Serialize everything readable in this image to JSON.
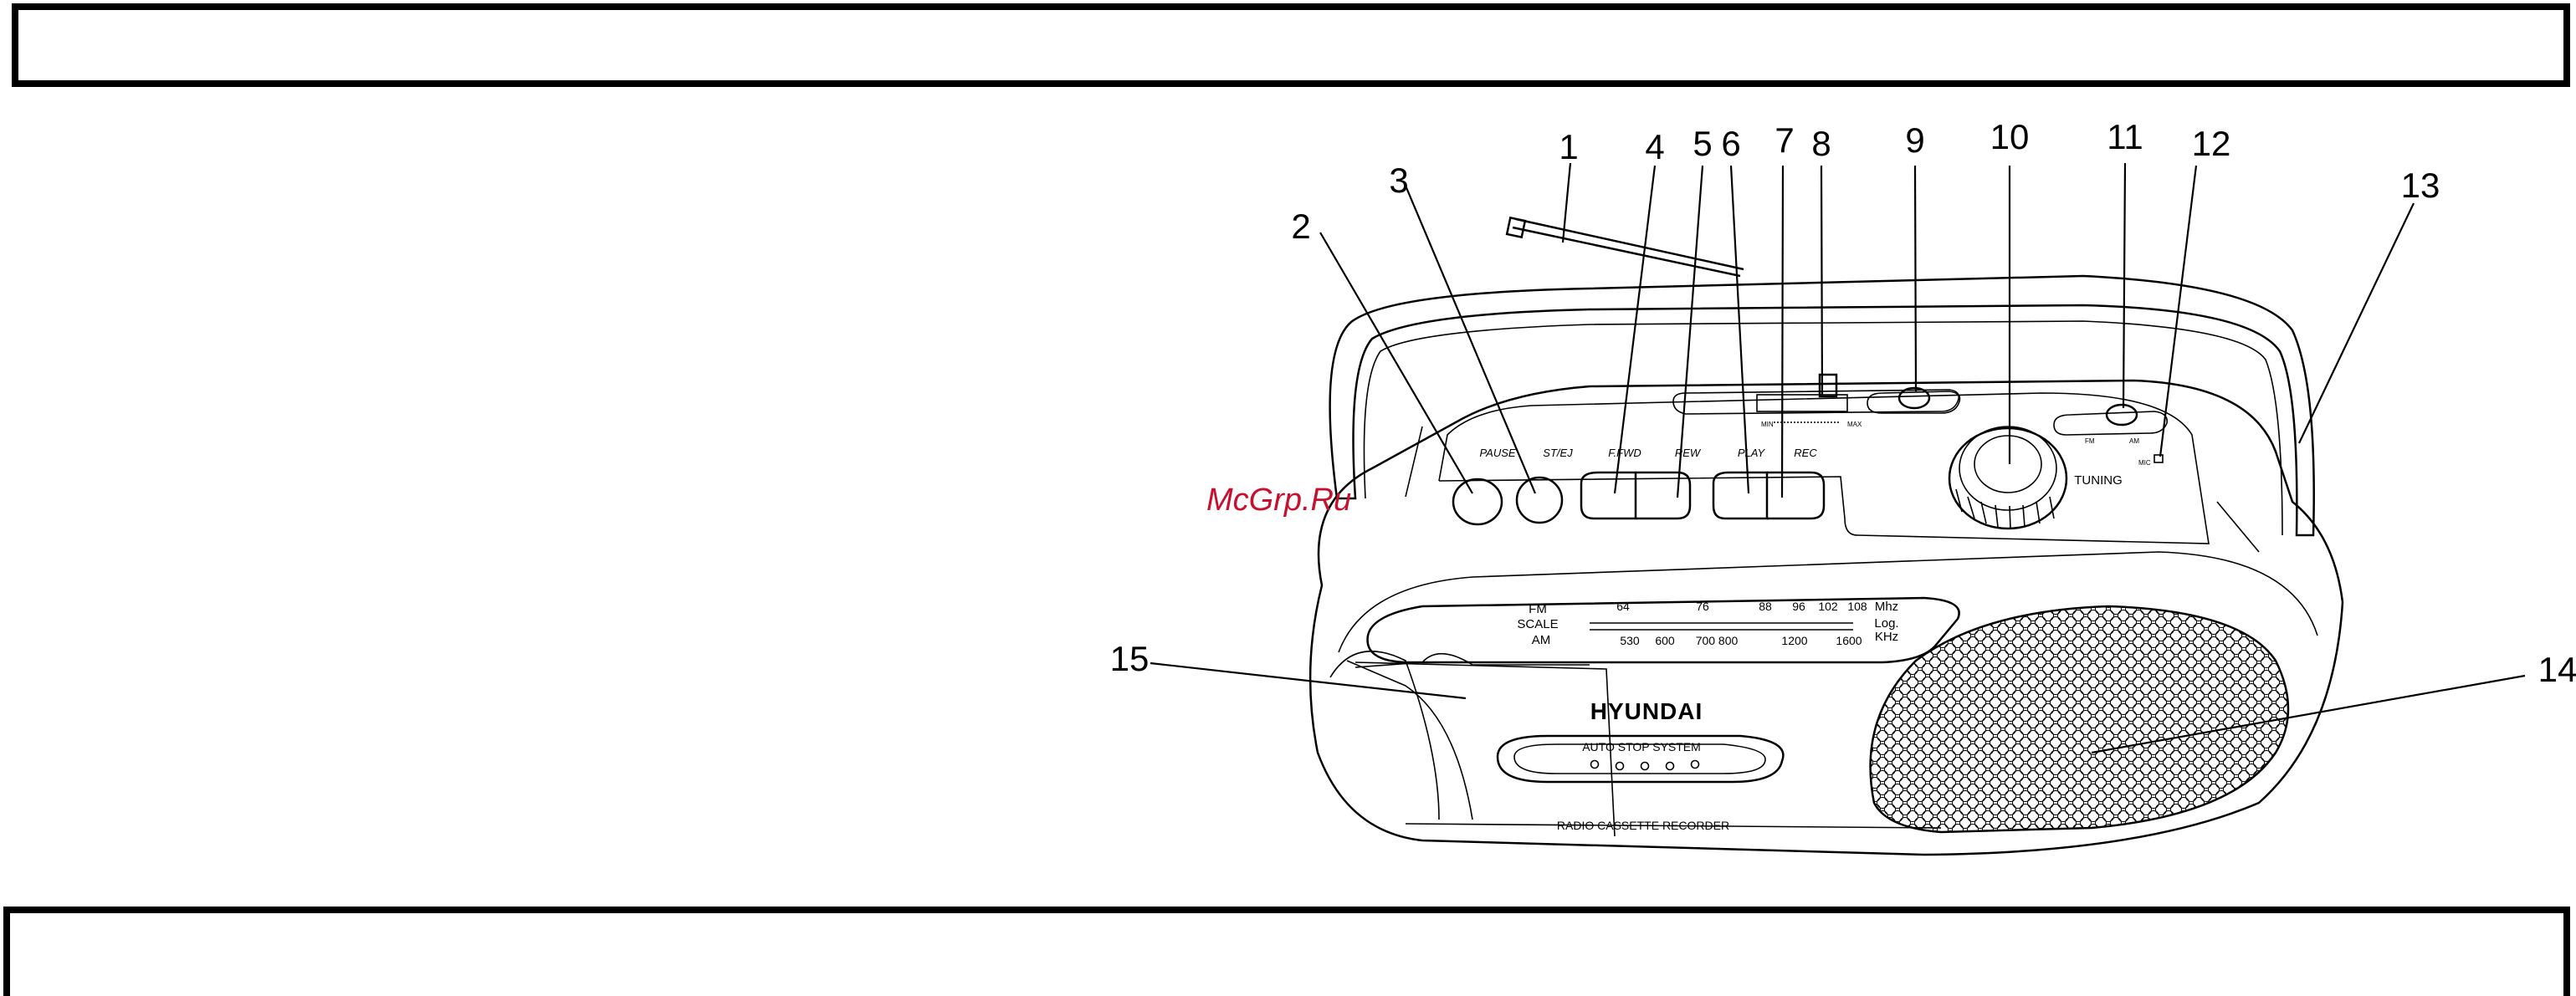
{
  "callouts": [
    {
      "id": "1",
      "text": "1"
    },
    {
      "id": "2",
      "text": "2"
    },
    {
      "id": "3",
      "text": "3"
    },
    {
      "id": "4",
      "text": "4"
    },
    {
      "id": "5",
      "text": "5"
    },
    {
      "id": "6",
      "text": "6"
    },
    {
      "id": "7",
      "text": "7"
    },
    {
      "id": "8",
      "text": "8"
    },
    {
      "id": "9",
      "text": "9"
    },
    {
      "id": "10",
      "text": "10"
    },
    {
      "id": "11",
      "text": "11"
    },
    {
      "id": "12",
      "text": "12"
    },
    {
      "id": "13",
      "text": "13"
    },
    {
      "id": "14",
      "text": "14"
    },
    {
      "id": "15",
      "text": "15"
    }
  ],
  "buttons": {
    "pause": "PAUSE",
    "st_ej": "ST/EJ",
    "ffwd": "F.FWD",
    "rew": "REW",
    "play": "PLAY",
    "rec": "REC"
  },
  "controls": {
    "tuning": "TUNING",
    "vol_min": "MIN",
    "vol_max": "MAX",
    "band_fm": "FM",
    "band_am": "AM",
    "mic": "MIC"
  },
  "dial": {
    "fm_label": "FM",
    "scale_label": "SCALE",
    "am_label": "AM",
    "fm_unit": "Mhz",
    "am_unit": "KHz",
    "log": "Log.",
    "fm_values": [
      "64",
      "76",
      "88",
      "96",
      "102",
      "108"
    ],
    "am_values": [
      "530",
      "600",
      "700 800",
      "1200",
      "1600"
    ]
  },
  "brand": "HYUNDAI",
  "auto_stop": "AUTO STOP SYSTEM",
  "product": "RADIO CASSETTE RECORDER",
  "watermark": "McGrp.Ru"
}
